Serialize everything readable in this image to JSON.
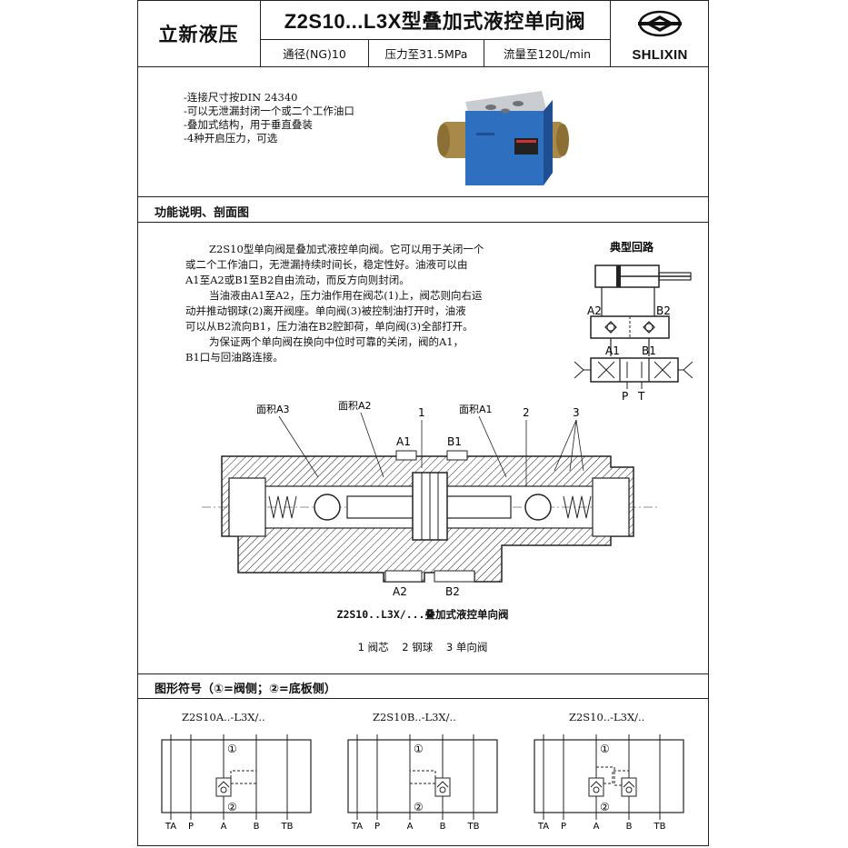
{
  "header": {
    "brand": "立新液压",
    "title": "Z2S10...L3X型叠加式液控单向阀",
    "specs": [
      "通径(NG)10",
      "压力至31.5MPa",
      "流量至120L/min"
    ],
    "logo_text": "SHLIXIN"
  },
  "features": [
    "-连接尺寸按DIN 24340",
    "-可以无泄漏封闭一个或二个工作油口",
    "-叠加式结构，用于垂直叠装",
    "-4种开启压力，可选"
  ],
  "function_section": {
    "title": "功能说明、剖面图",
    "paragraph": [
      "Z2S10型单向阀是叠加式液控单向阀。它可以用于关闭一个",
      "或二个工作油口，无泄漏持续时间长，稳定性好。油液可以由",
      "A1至A2或B1至B2自由流动，而反方向则封闭。",
      "当油液由A1至A2，压力油作用在阀芯(1)上，阀芯则向右运",
      "动并推动钢球(2)离开阀座。单向阀(3)被控制油打开时，油液",
      "可以从B2流向B1，压力油在B2腔卸荷，单向阀(3)全部打开。",
      "为保证两个单向阀在换向中位时可靠的关闭，阀的A1，",
      "B1口与回油路连接。"
    ],
    "circuit": {
      "title": "典型回路",
      "labels": {
        "a2": "A2",
        "b2": "B2",
        "a1": "A1",
        "b1": "B1",
        "p": "P",
        "t": "T"
      }
    },
    "section": {
      "callouts": [
        "面积A3",
        "面积A2",
        "1",
        "面积A1",
        "2",
        "3"
      ],
      "ports_top": [
        "A1",
        "B1"
      ],
      "ports_bottom": [
        "A2",
        "B2"
      ],
      "caption": "Z2S10..L3X/...叠加式液控单向阀",
      "legend": "1 阀芯    2 钢球    3 单向阀"
    }
  },
  "symbols_section": {
    "title": "图形符号（①=阀侧；②=底板侧）",
    "items": [
      {
        "label": "Z2S10A..-L3X/..",
        "circle1": "①",
        "circle2": "②",
        "ports": [
          "TA",
          "P",
          "A",
          "B",
          "TB"
        ]
      },
      {
        "label": "Z2S10B..-L3X/..",
        "circle1": "①",
        "circle2": "②",
        "ports": [
          "TA",
          "P",
          "A",
          "B",
          "TB"
        ]
      },
      {
        "label": "Z2S10..-L3X/..",
        "circle1": "①",
        "circle2": "②",
        "ports": [
          "TA",
          "P",
          "A",
          "B",
          "TB"
        ]
      }
    ]
  },
  "colors": {
    "valve_blue": "#2f6fc0",
    "valve_brass": "#a8894a",
    "line": "#222222"
  }
}
